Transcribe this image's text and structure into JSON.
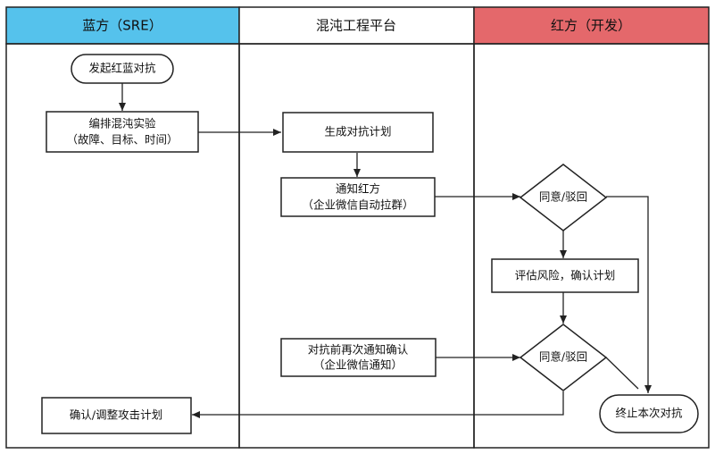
{
  "lanes": {
    "blue": {
      "title": "蓝方（SRE）",
      "color": "#55c2ec"
    },
    "platform": {
      "title": "混沌工程平台",
      "color": "#ffffff"
    },
    "red": {
      "title": "红方（开发）",
      "color": "#e4686b"
    }
  },
  "nodes": {
    "start": "发起红蓝对抗",
    "arrange_line1": "编排混沌实验",
    "arrange_line2": "（故障、目标、时间）",
    "generate": "生成对抗计划",
    "notify_line1": "通知红方",
    "notify_line2": "（企业微信自动拉群）",
    "decision1": "同意/驳回",
    "assess": "评估风险，确认计划",
    "prenotify_line1": "对抗前再次通知确认",
    "prenotify_line2": "（企业微信通知）",
    "decision2": "同意/驳回",
    "adjust": "确认/调整攻击计划",
    "end": "终止本次对抗"
  }
}
